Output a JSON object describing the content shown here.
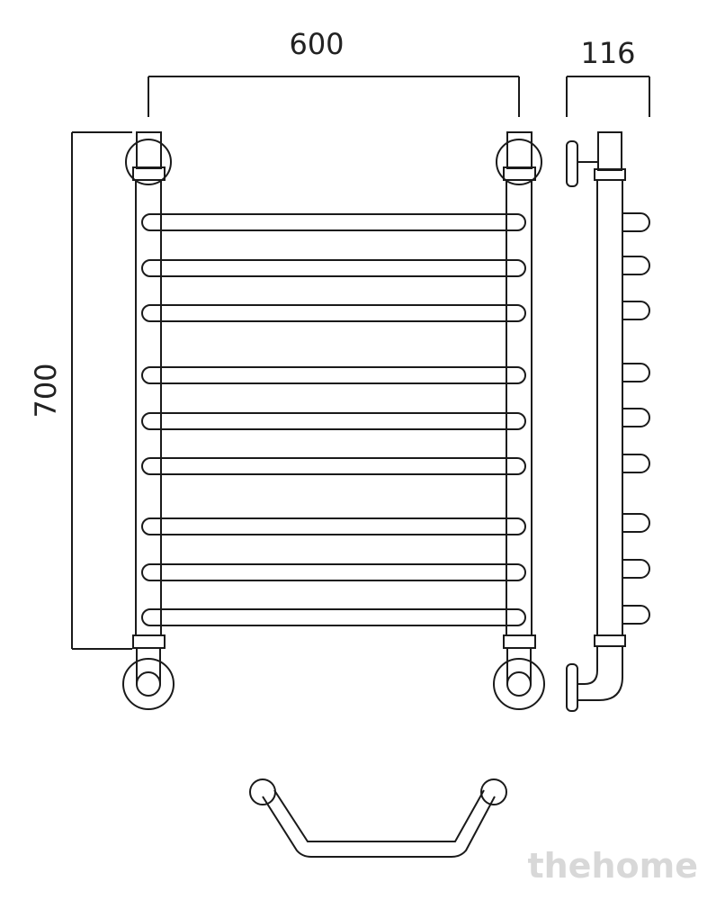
{
  "dimensions": {
    "width_label": "600",
    "depth_label": "116",
    "height_label": "700"
  },
  "rails": {
    "front_count": 9,
    "side_count": 9
  },
  "watermark": {
    "text": "thehome"
  },
  "colors": {
    "line": "#1a1a1a",
    "background": "#ffffff",
    "watermark": "#d8d8d8"
  }
}
